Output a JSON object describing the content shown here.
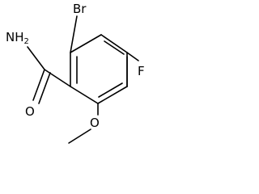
{
  "molecule": {
    "atoms": {
      "amide_nitrogen": "NH",
      "amide_nitrogen_subscript": "2",
      "carbonyl_oxygen": "O",
      "bromine": "Br",
      "fluorine": "F",
      "methoxy_oxygen": "O"
    },
    "colors": {
      "bond": "#000000",
      "label": "#000000",
      "background": "#ffffff"
    }
  }
}
